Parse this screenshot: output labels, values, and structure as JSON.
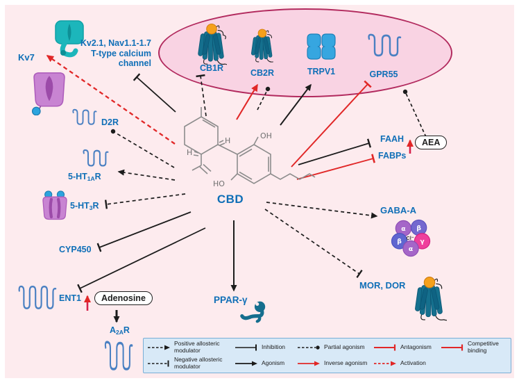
{
  "diagram": {
    "center_label": "CBD",
    "membrane": {
      "cb1r": "CB1R",
      "cb2r": "CB2R",
      "trpv1": "TRPV1",
      "gpr55": "GPR55"
    },
    "nodes": {
      "kv7": "Kv7",
      "kv21_line1": "Kv2.1, Nav1.1-1.7",
      "kv21_line2": "T-type calcium",
      "kv21_line3": "channel",
      "d2r": "D2R",
      "ht1a_pre": "5-HT",
      "ht1a_sub": "1A",
      "ht1a_post": "R",
      "ht3_pre": "5-HT",
      "ht3_sub": "3",
      "ht3_post": "R",
      "cyp450": "CYP450",
      "ent1": "ENT1",
      "adenosine": "Adenosine",
      "a2ar_pre": "A",
      "a2ar_sub": "2A",
      "a2ar_post": "R",
      "ppar": "PPAR-γ",
      "faah": "FAAH",
      "fabps": "FABPs",
      "aea": "AEA",
      "gabaa": "GABA-A",
      "mor": "MOR, DOR"
    },
    "gabaa_subunits": {
      "s1": "α",
      "s2": "β",
      "s3": "β",
      "s4": "γ",
      "s5": "α",
      "center": "Cl⁻"
    },
    "interactions": [
      {
        "source": "CBD",
        "target": "CB1R",
        "type": "negative allosteric modulator"
      },
      {
        "source": "CBD",
        "target": "CB2R",
        "type": "inverse agonism"
      },
      {
        "source": "CBD",
        "target": "CB2R",
        "type": "partial agonism"
      },
      {
        "source": "CBD",
        "target": "TRPV1",
        "type": "agonism"
      },
      {
        "source": "CBD",
        "target": "GPR55",
        "type": "antagonism"
      },
      {
        "source": "CBD",
        "target": "Kv7",
        "type": "activation"
      },
      {
        "source": "CBD",
        "target": "Kv2.1, Nav1.1-1.7, T-type calcium channel",
        "type": "inhibition"
      },
      {
        "source": "CBD",
        "target": "D2R",
        "type": "partial agonism"
      },
      {
        "source": "CBD",
        "target": "5-HT1AR",
        "type": "positive allosteric modulator"
      },
      {
        "source": "CBD",
        "target": "5-HT3R",
        "type": "negative allosteric modulator"
      },
      {
        "source": "CBD",
        "target": "CYP450",
        "type": "inhibition"
      },
      {
        "source": "CBD",
        "target": "ENT1",
        "type": "inhibition"
      },
      {
        "source": "CBD",
        "target": "PPAR-γ",
        "type": "agonism"
      },
      {
        "source": "CBD",
        "target": "FAAH",
        "type": "inhibition"
      },
      {
        "source": "CBD",
        "target": "FABPs",
        "type": "competitive binding"
      },
      {
        "source": "CBD",
        "target": "GABA-A",
        "type": "positive allosteric modulator"
      },
      {
        "source": "CBD",
        "target": "MOR, DOR",
        "type": "negative allosteric modulator"
      },
      {
        "source": "AEA",
        "target": "GPR55",
        "type": "partial agonism"
      },
      {
        "source": "Adenosine",
        "target": "A2AR",
        "type": "agonism"
      },
      {
        "source": "CBD",
        "target": "AEA",
        "type": "increase"
      },
      {
        "source": "CBD",
        "target": "Adenosine",
        "type": "increase"
      }
    ]
  },
  "legend": {
    "items": [
      {
        "symbol": "dashed-arrow-black",
        "label": "Positive allosteric modulator"
      },
      {
        "symbol": "solid-tbar-black",
        "label": "Inhibition"
      },
      {
        "symbol": "dashed-dot-black",
        "label": "Partial agonism"
      },
      {
        "symbol": "solid-tbar-red",
        "label": "Antagonism"
      },
      {
        "symbol": "solid-tbar-red",
        "label": "Competitive binding"
      },
      {
        "symbol": "dashed-tbar-black",
        "label": "Negative allosteric modulator"
      },
      {
        "symbol": "solid-arrow-black",
        "label": "Agonism"
      },
      {
        "symbol": "solid-arrow-red",
        "label": "Inverse agonism"
      },
      {
        "symbol": "dashed-arrow-red",
        "label": "Activation"
      }
    ]
  },
  "colors": {
    "background": "#fdebee",
    "membrane_fill": "#f9d3e3",
    "membrane_stroke": "#b22a5e",
    "label_blue": "#0f6fb7",
    "red": "#e12727",
    "black": "#1c1c1c",
    "legend_bg": "#d8e9f7",
    "teal_receptor": "#15708e",
    "orange_ligand": "#f5a01c",
    "serpentine_blue": "#4a80c2",
    "purple_channel": "#c884d2"
  }
}
